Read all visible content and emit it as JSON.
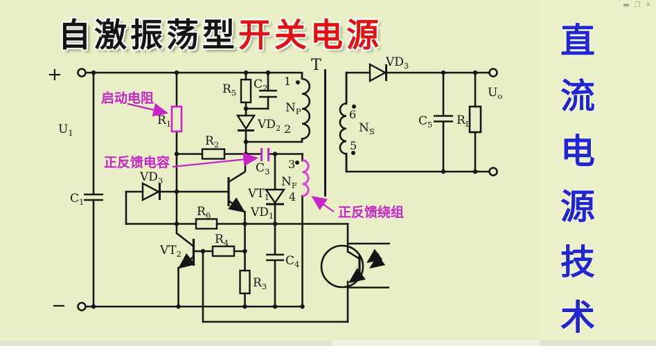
{
  "title": {
    "part_black": "自激振荡型",
    "part_red": "开关电源"
  },
  "side_panel": {
    "chars": [
      "直",
      "流",
      "电",
      "源",
      "技",
      "术"
    ]
  },
  "window_controls": {
    "minimize": "▬",
    "restore": "❐",
    "close": "✕"
  },
  "colors": {
    "background": "#e9eec6",
    "ink": "#151515",
    "magenta": "#c824c8",
    "title_red": "#e01212",
    "side_blue": "#2226cf"
  },
  "annotations": {
    "startup_resistor": "启动电阻",
    "feedback_capacitor": "正反馈电容",
    "feedback_winding": "正反馈绕组"
  },
  "labels": {
    "plus": "+",
    "minus": "−",
    "u1": {
      "main": "U",
      "sub": "1"
    },
    "uo": {
      "main": "U",
      "sub": "o"
    },
    "c1": {
      "main": "C",
      "sub": "1"
    },
    "c2": {
      "main": "C",
      "sub": "2"
    },
    "c3": {
      "main": "C",
      "sub": "3"
    },
    "c4": {
      "main": "C",
      "sub": "4"
    },
    "c5": {
      "main": "C",
      "sub": "5"
    },
    "r1": {
      "main": "R",
      "sub": "1"
    },
    "r2": {
      "main": "R",
      "sub": "2"
    },
    "r3": {
      "main": "R",
      "sub": "3"
    },
    "r4": {
      "main": "R",
      "sub": "4"
    },
    "r5": {
      "main": "R",
      "sub": "5"
    },
    "r6": {
      "main": "R",
      "sub": "6"
    },
    "rl": {
      "main": "R",
      "sub": "L"
    },
    "vd1": {
      "main": "VD",
      "sub": "1"
    },
    "vd2": {
      "main": "VD",
      "sub": "2"
    },
    "vd3_left": {
      "main": "VD",
      "sub": "3"
    },
    "vd3_top": {
      "main": "VD",
      "sub": "3"
    },
    "vt1": {
      "main": "VT",
      "sub": "1"
    },
    "vt2": {
      "main": "VT",
      "sub": "2"
    },
    "transformer": "T",
    "np": {
      "main": "N",
      "sub": "P"
    },
    "ns": {
      "main": "N",
      "sub": "S"
    },
    "nf": {
      "main": "N",
      "sub": "F"
    },
    "pin1": "1",
    "pin2": "2",
    "pin3": "3",
    "pin4": "4",
    "pin5": "5",
    "pin6": "6"
  }
}
